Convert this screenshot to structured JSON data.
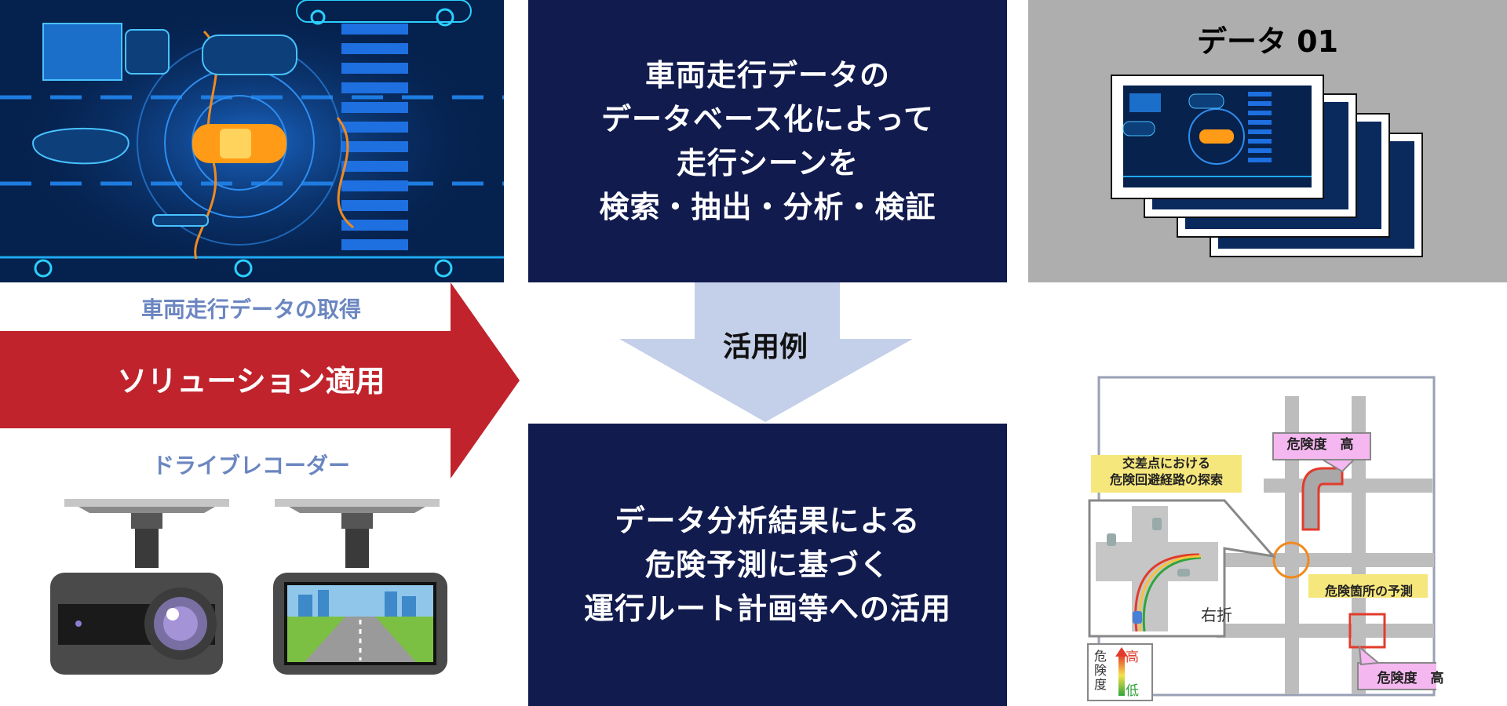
{
  "panels": {
    "top_text": "車両走行データの\nデータベース化によって\n走行シーンを\n検索・抽出・分析・検証",
    "bottom_text": "データ分析結果による\n危険予測に基づく\n運行ルート計画等への活用"
  },
  "data_panel": {
    "title": "データ 01"
  },
  "left": {
    "acquisition_label": "車両走行データの取得",
    "arrow_label": "ソリューション適用",
    "recorder_label": "ドライブレコーダー"
  },
  "middle": {
    "usage_label": "活用例"
  },
  "map": {
    "explore_label": "交差点における\n危険回避経路の探索",
    "risk_high_top": "危険度　高",
    "predict_label": "危険箇所の予測",
    "risk_high_bottom": "危険度　高",
    "right_turn": "右折",
    "legend_title": "危\n険\n度",
    "legend_high": "高",
    "legend_low": "低"
  },
  "colors": {
    "navy": "#111b4e",
    "red_arrow": "#c0232c",
    "down_arrow": "#c4d0e9",
    "label_blue": "#6b86c0",
    "grey_panel": "#aeaeae"
  }
}
